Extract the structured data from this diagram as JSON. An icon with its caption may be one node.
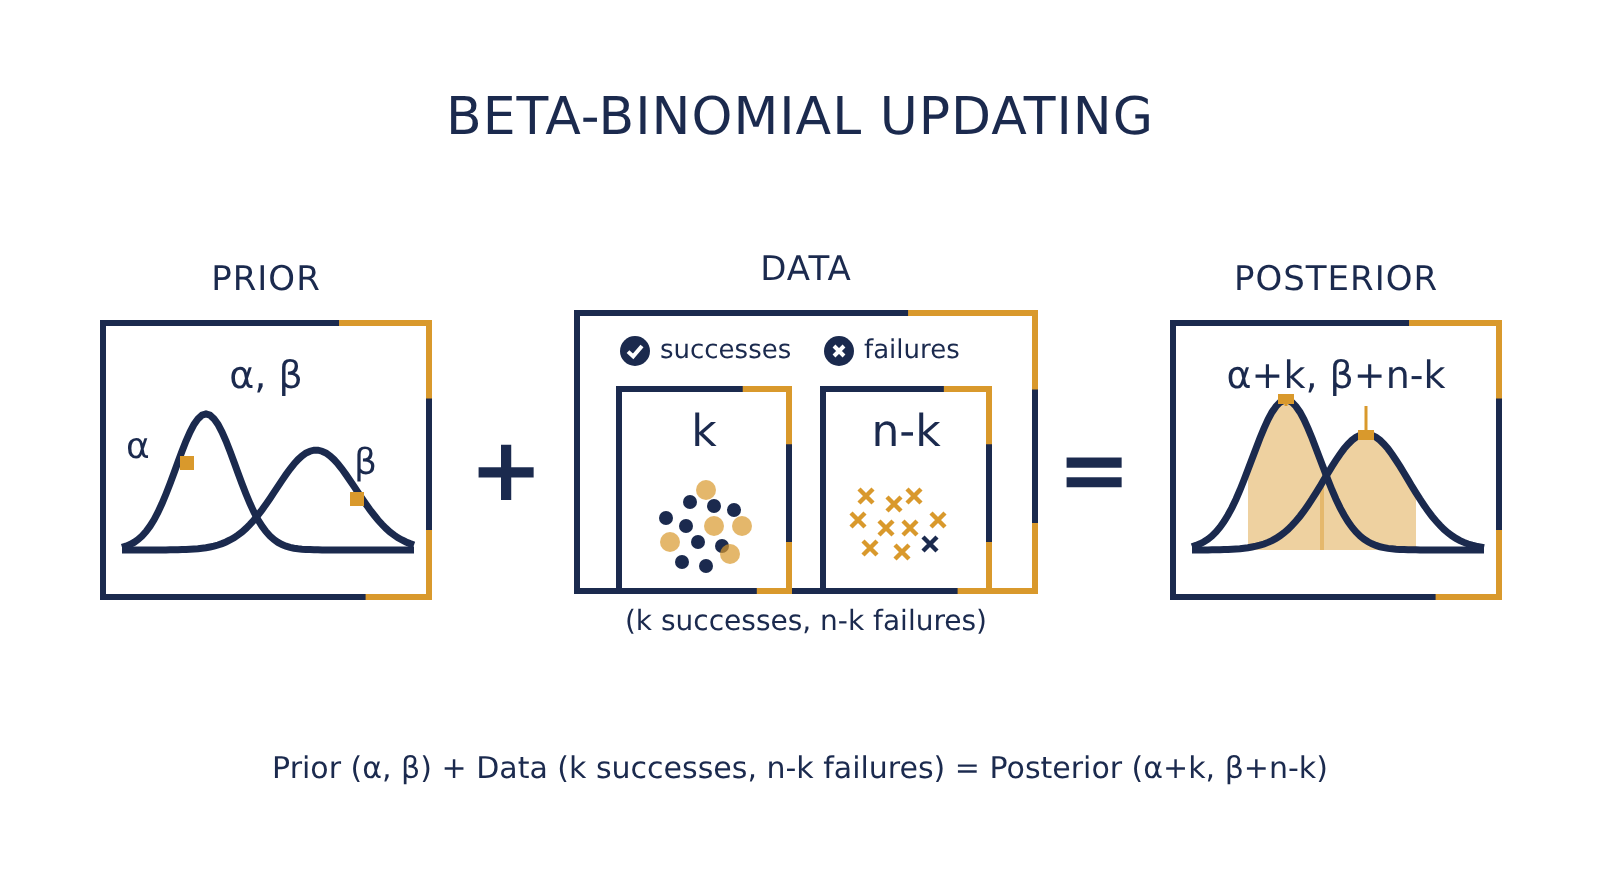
{
  "diagram": {
    "title": "BETA-BINOMIAL UPDATING",
    "caption": "Prior (α, β) + Data (k successes, n-k failures) = Posterior (α+k, β+n-k)",
    "nodes": [
      {
        "text": [
          "PRIOR",
          "α, β",
          "α",
          "β"
        ]
      },
      {
        "text": [
          "DATA"
        ],
        "beside": [
          "(k successes, n-k failures)"
        ]
      },
      {
        "text": [
          "successes",
          "k"
        ],
        "in": 1
      },
      {
        "text": [
          "failures",
          "n-k"
        ],
        "in": 1
      },
      {
        "text": [
          "POSTERIOR",
          "α+k, β+n-k"
        ]
      }
    ],
    "labels": [
      "+",
      "="
    ]
  }
}
